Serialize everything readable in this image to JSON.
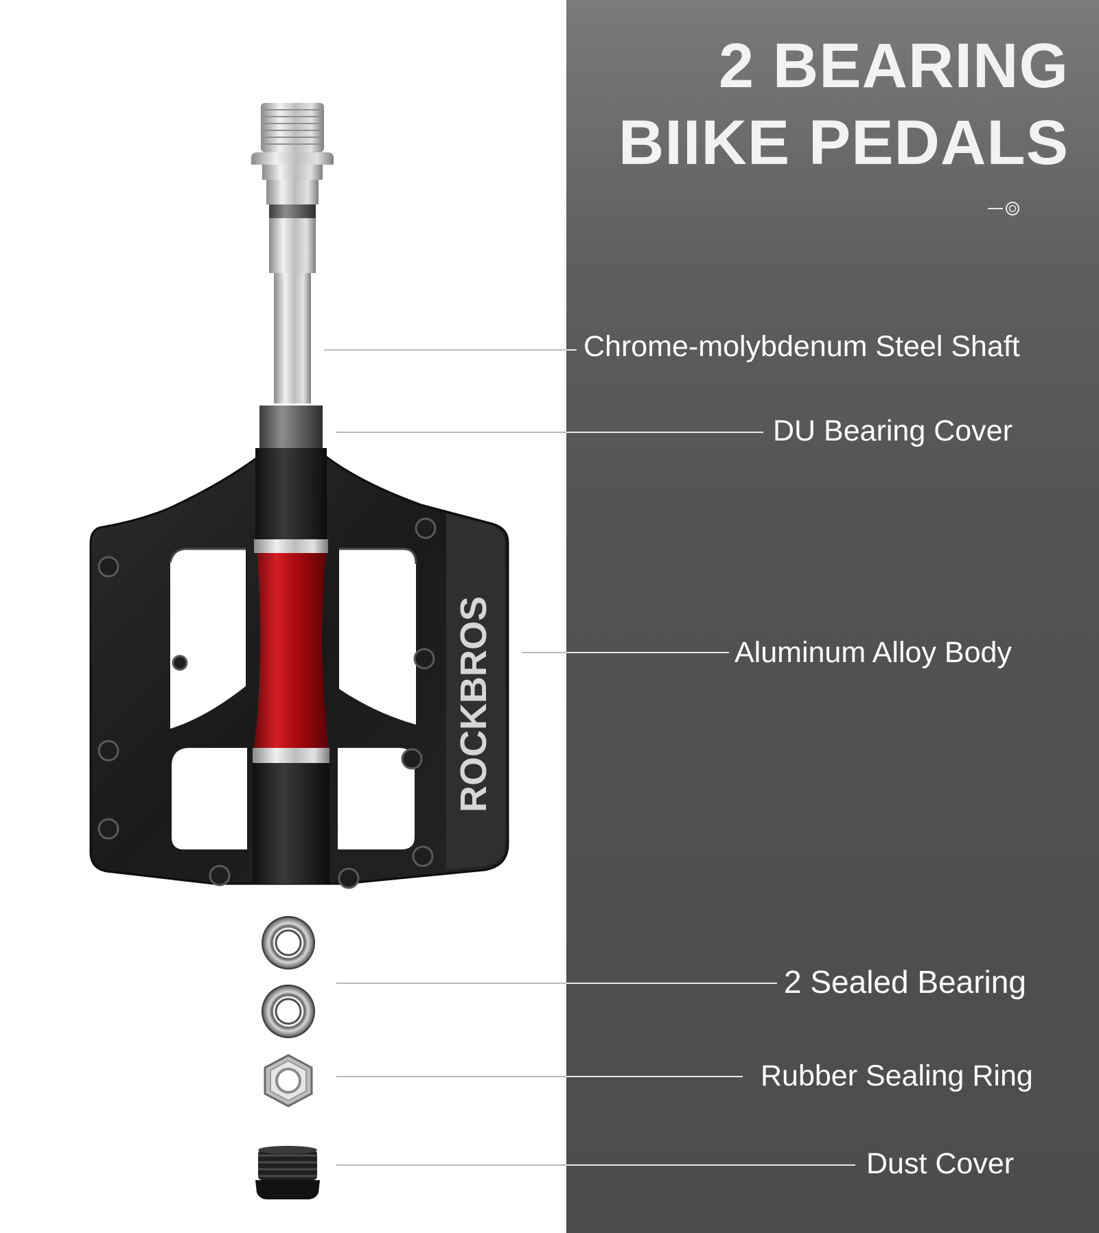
{
  "title": {
    "line1": "2 BEARING",
    "line2": "BIIKE PEDALS"
  },
  "brand": {
    "logo_text": "ROCKBROS"
  },
  "callouts": [
    {
      "label": "Chrome-molybdenum Steel Shaft",
      "icon": "shaft"
    },
    {
      "label": "DU Bearing Cover",
      "icon": "bearing-cover"
    },
    {
      "label": "Aluminum Alloy Body",
      "icon": "pedal-body"
    },
    {
      "label": "2 Sealed Bearing",
      "icon": "sealed-bearing"
    },
    {
      "label": "Rubber Sealing Ring",
      "icon": "sealing-ring"
    },
    {
      "label": "Dust Cover",
      "icon": "dust-cover"
    }
  ],
  "colors": {
    "panel_dark": "#525252",
    "panel_light": "#7a7a7a",
    "pedal_black": "#1c1c1c",
    "axle_red": "#c0141b",
    "steel": "#c8c8c8",
    "text": "#ffffff"
  }
}
